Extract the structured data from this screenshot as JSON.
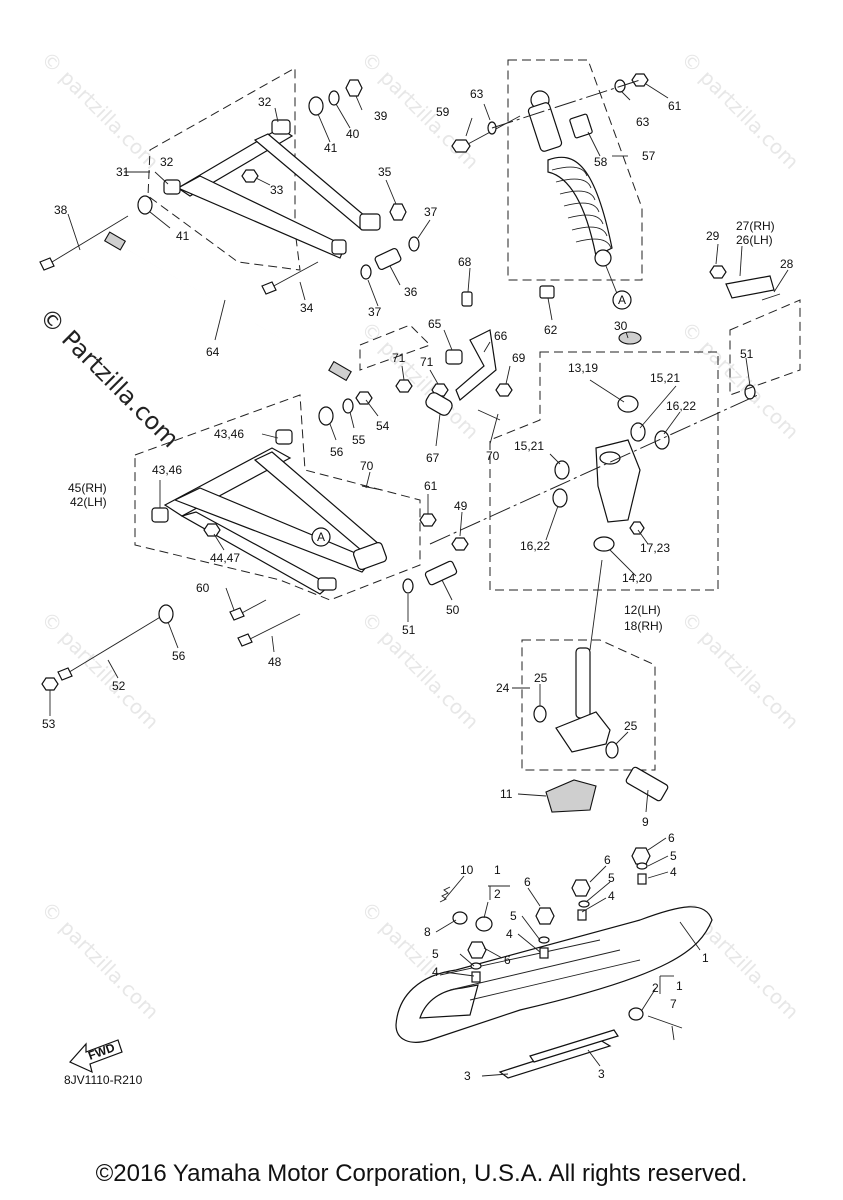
{
  "diagram": {
    "code": "8JV1110-R210",
    "fwd_label": "FWD",
    "callouts": {
      "c1a": "1",
      "c1b": "1",
      "c1c": "1",
      "c2a": "2",
      "c2b": "2",
      "c3a": "3",
      "c3b": "3",
      "c4a": "4",
      "c4b": "4",
      "c4c": "4",
      "c4d": "4",
      "c5a": "5",
      "c5b": "5",
      "c5c": "5",
      "c5d": "5",
      "c6a": "6",
      "c6b": "6",
      "c6c": "6",
      "c6d": "6",
      "c7": "7",
      "c8": "8",
      "c9": "9",
      "c10": "10",
      "c11": "11",
      "c12": "12(LH)",
      "c18": "18(RH)",
      "c13": "13,19",
      "c14": "14,20",
      "c15a": "15,21",
      "c15b": "15,21",
      "c16a": "16,22",
      "c16b": "16,22",
      "c17": "17,23",
      "c24": "24",
      "c25a": "25",
      "c25b": "25",
      "c26": "26(LH)",
      "c27": "27(RH)",
      "c28": "28",
      "c29": "29",
      "c30": "30",
      "c31": "31",
      "c32a": "32",
      "c32b": "32",
      "c33": "33",
      "c34": "34",
      "c35": "35",
      "c36": "36",
      "c37a": "37",
      "c37b": "37",
      "c38": "38",
      "c39": "39",
      "c40": "40",
      "c41a": "41",
      "c41b": "41",
      "c42": "42(LH)",
      "c45": "45(RH)",
      "c43a": "43,46",
      "c43b": "43,46",
      "c44": "44,47",
      "c48": "48",
      "c49": "49",
      "c50": "50",
      "c51a": "51",
      "c51b": "51",
      "c52": "52",
      "c53": "53",
      "c54": "54",
      "c55": "55",
      "c56a": "56",
      "c56b": "56",
      "c57": "57",
      "c58": "58",
      "c59": "59",
      "c60": "60",
      "c61a": "61",
      "c61b": "61",
      "c62": "62",
      "c63a": "63",
      "c63b": "63",
      "c64": "64",
      "c65": "65",
      "c66": "66",
      "c67": "67",
      "c68": "68",
      "c69": "69",
      "c70a": "70",
      "c70b": "70",
      "c71a": "71",
      "c71b": "71",
      "refA1": "A",
      "refA2": "A"
    }
  },
  "watermark": {
    "site": "© Partzilla.com",
    "tile": "© partzilla.com"
  },
  "footer": {
    "copyright": "©2016 Yamaha Motor Corporation, U.S.A. All rights reserved."
  }
}
